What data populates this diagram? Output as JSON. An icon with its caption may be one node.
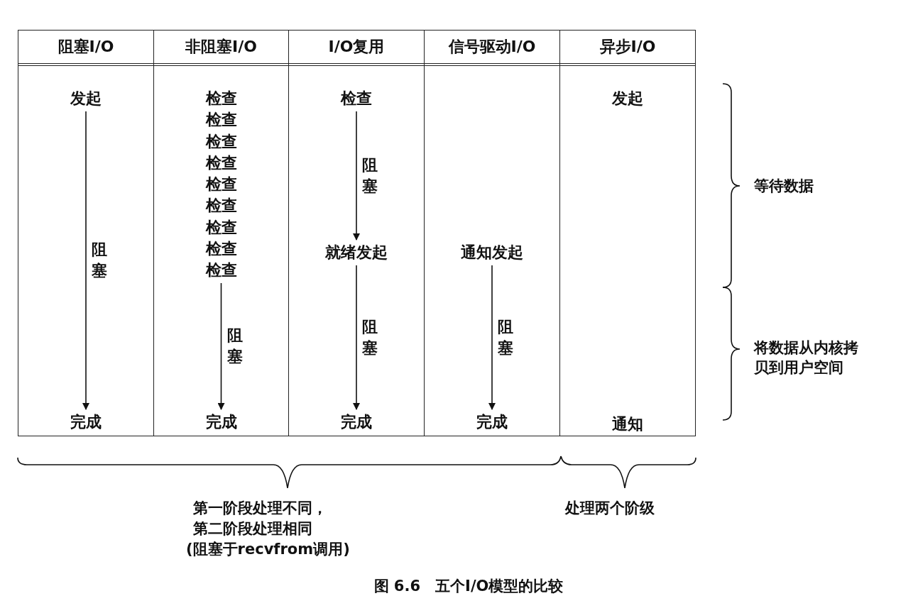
{
  "diagram": {
    "caption": "图 6.6　五个I/O模型的比较",
    "nodes": [
      {
        "text": [
          "阻塞I/O"
        ]
      },
      {
        "text": [
          "发起"
        ],
        "in": 0
      },
      {
        "text": [
          "完成"
        ],
        "in": 0
      },
      {
        "text": [
          "非阻塞I/O"
        ]
      },
      {
        "text": [
          "检查"
        ],
        "in": 3
      },
      {
        "text": [
          "检查"
        ],
        "in": 3
      },
      {
        "text": [
          "检查"
        ],
        "in": 3
      },
      {
        "text": [
          "检查"
        ],
        "in": 3
      },
      {
        "text": [
          "检查"
        ],
        "in": 3
      },
      {
        "text": [
          "检查"
        ],
        "in": 3
      },
      {
        "text": [
          "检查"
        ],
        "in": 3
      },
      {
        "text": [
          "检查"
        ],
        "in": 3
      },
      {
        "text": [
          "检查"
        ],
        "in": 3
      },
      {
        "text": [
          "完成"
        ],
        "in": 3
      },
      {
        "text": [
          "I/O复用"
        ]
      },
      {
        "text": [
          "检查"
        ],
        "in": 14
      },
      {
        "text": [
          "就绪发起"
        ],
        "in": 14
      },
      {
        "text": [
          "完成"
        ],
        "in": 14
      },
      {
        "text": [
          "信号驱动I/O"
        ]
      },
      {
        "text": [
          "通知发起"
        ],
        "in": 18
      },
      {
        "text": [
          "完成"
        ],
        "in": 18
      },
      {
        "text": [
          "异步I/O"
        ]
      },
      {
        "text": [
          "发起"
        ],
        "in": 21
      },
      {
        "text": [
          "通知"
        ],
        "in": 21
      }
    ],
    "edges": [
      {
        "from": 1,
        "to": 2,
        "arrow": "to",
        "label": "阻塞"
      },
      {
        "from": 12,
        "to": 13,
        "arrow": "to",
        "label": "阻塞"
      },
      {
        "from": 15,
        "to": 16,
        "arrow": "to",
        "label": "阻塞"
      },
      {
        "from": 16,
        "to": 17,
        "arrow": "to",
        "label": "阻塞"
      },
      {
        "from": 19,
        "to": 20,
        "arrow": "to",
        "label": "阻塞"
      }
    ],
    "labels": [
      "等待数据",
      "将数据从内核拷贝到用户空间",
      "第一阶段处理不同，",
      "第二阶段处理相同",
      "(阻塞于recvfrom调用)",
      "处理两个阶级"
    ]
  }
}
